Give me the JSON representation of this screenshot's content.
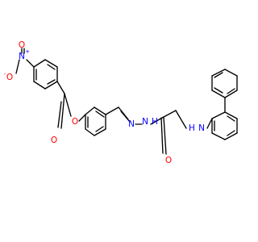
{
  "molecule": {
    "atom_labels": {
      "nitro_n": "N",
      "nitro_o_top": "O",
      "nitro_o_left": "O",
      "ester_o": "O",
      "carbonyl_o_ester": "O",
      "hydrazone_n1": "N",
      "hydrazone_n2": "N",
      "hydrazone_nh": "H",
      "amide_o": "O",
      "amine_n": "N",
      "amine_h": "H"
    },
    "charges": {
      "nitro_n_charge": "+",
      "nitro_o_charge": "-"
    }
  },
  "colors": {
    "bond": "#000000",
    "oxygen": "#ff0000",
    "nitrogen": "#0000ff"
  }
}
